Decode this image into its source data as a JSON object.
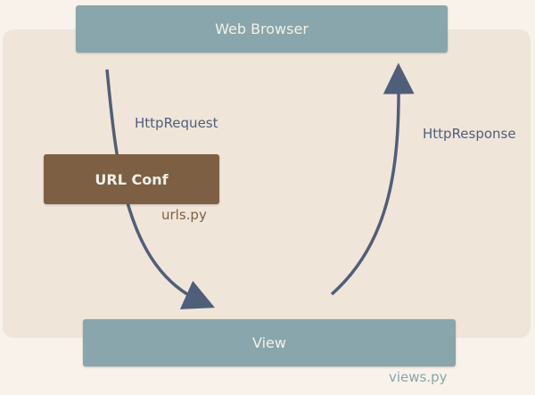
{
  "boxes": {
    "browser": "Web Browser",
    "urlconf": "URL Conf",
    "view": "View"
  },
  "labels": {
    "request": "HttpRequest",
    "response": "HttpResponse",
    "urls": "urls.py",
    "views": "views.py"
  },
  "colors": {
    "teal": "#88a6ab",
    "brown": "#7d6043",
    "arrow": "#4f5f7a"
  }
}
